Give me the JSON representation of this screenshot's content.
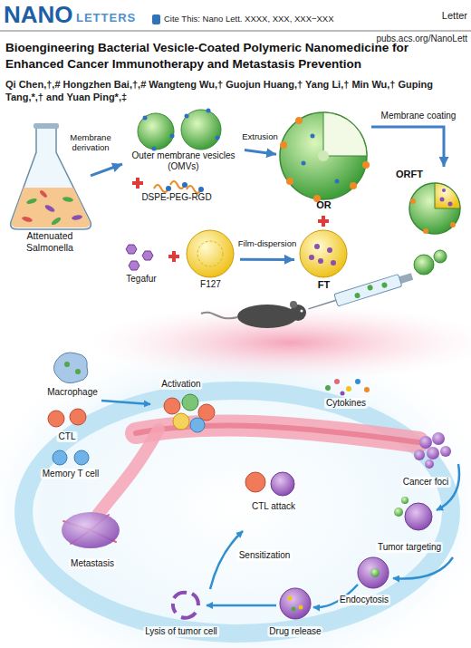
{
  "diagram": {
    "title": "Bioengineering Bacterial Vesicle-Coated Polymeric Nanomedicine for Enhanced Cancer Immunotherapy and Metastasis Prevention",
    "nodes": [
      {
        "text": [
          "Attenuated Salmonella"
        ]
      },
      {
        "text": [
          "Outer membrane vesicles (OMVs)"
        ]
      },
      {
        "text": [
          "DSPE-PEG-RGD"
        ]
      },
      {
        "text": [
          "OR"
        ]
      },
      {
        "text": [
          "ORFT"
        ]
      },
      {
        "text": [
          "Tegafur"
        ]
      },
      {
        "text": [
          "F127"
        ]
      },
      {
        "text": [
          "FT"
        ]
      }
    ],
    "edges": [
      {
        "from": 0,
        "to": 1,
        "label": "Membrane derivation",
        "arrow": "to"
      },
      {
        "from": 1,
        "to": 3,
        "label": "Extrusion",
        "arrow": "to"
      },
      {
        "from": 3,
        "to": 4,
        "label": "Membrane coating",
        "arrow": "to"
      },
      {
        "from": 6,
        "to": 7,
        "label": "Film-dispersion",
        "arrow": "to"
      }
    ],
    "labels": [
      "NANO",
      "LETTERS",
      "Cite This: Nano Lett. XXXX, XXX, XXX−XXX",
      "Letter",
      "pubs.acs.org/NanoLett",
      "Qi Chen,†,# Hongzhen Bai,†,# Wangteng Wu,† Guojun Huang,† Yang Li,† Min Wu,† Guping Tang,*,† and Yuan Ping*,‡",
      "Macrophage",
      "CTL",
      "Memory T cell",
      "Activation",
      "Cytokines",
      "Cancer foci",
      "Tumor targeting",
      "Endocytosis",
      "Drug release",
      "Lysis of tumor cell",
      "Sensitization",
      "CTL attack",
      "Metastasis"
    ]
  }
}
